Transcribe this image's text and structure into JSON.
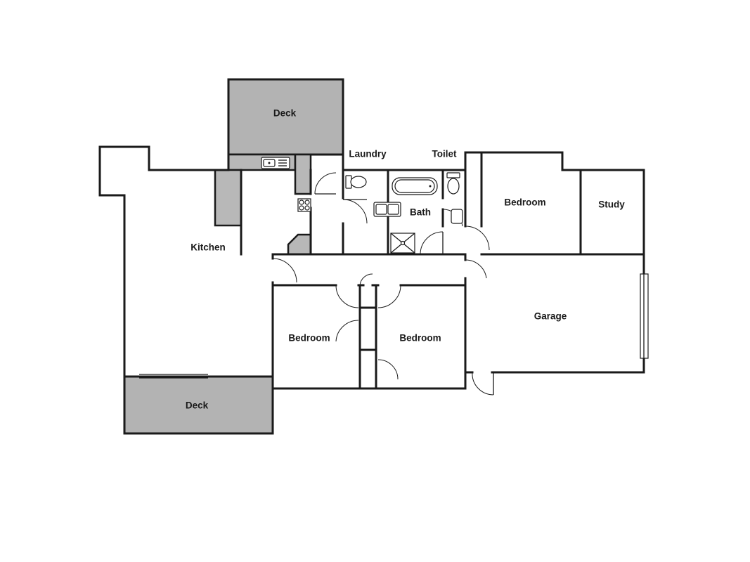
{
  "colors": {
    "deck_fill": "#b3b3b3",
    "bench_fill": "#b8b8b8",
    "wall": "#1a1a1a",
    "background": "#ffffff"
  },
  "rooms": {
    "deck_top": "Deck",
    "laundry": "Laundry",
    "toilet": "Toilet",
    "bedroom_main": "Bedroom",
    "study": "Study",
    "kitchen": "Kitchen",
    "bath": "Bath",
    "garage": "Garage",
    "bedroom_left": "Bedroom",
    "bedroom_middle": "Bedroom",
    "deck_bottom": "Deck"
  },
  "icons": [
    "sink-icon",
    "cooktop-icon",
    "laundry-tub-icon",
    "toilet-icon",
    "bathtub-icon",
    "basin-icon",
    "shower-icon",
    "door-swing-icon",
    "sliding-door-icon",
    "window-icon"
  ]
}
